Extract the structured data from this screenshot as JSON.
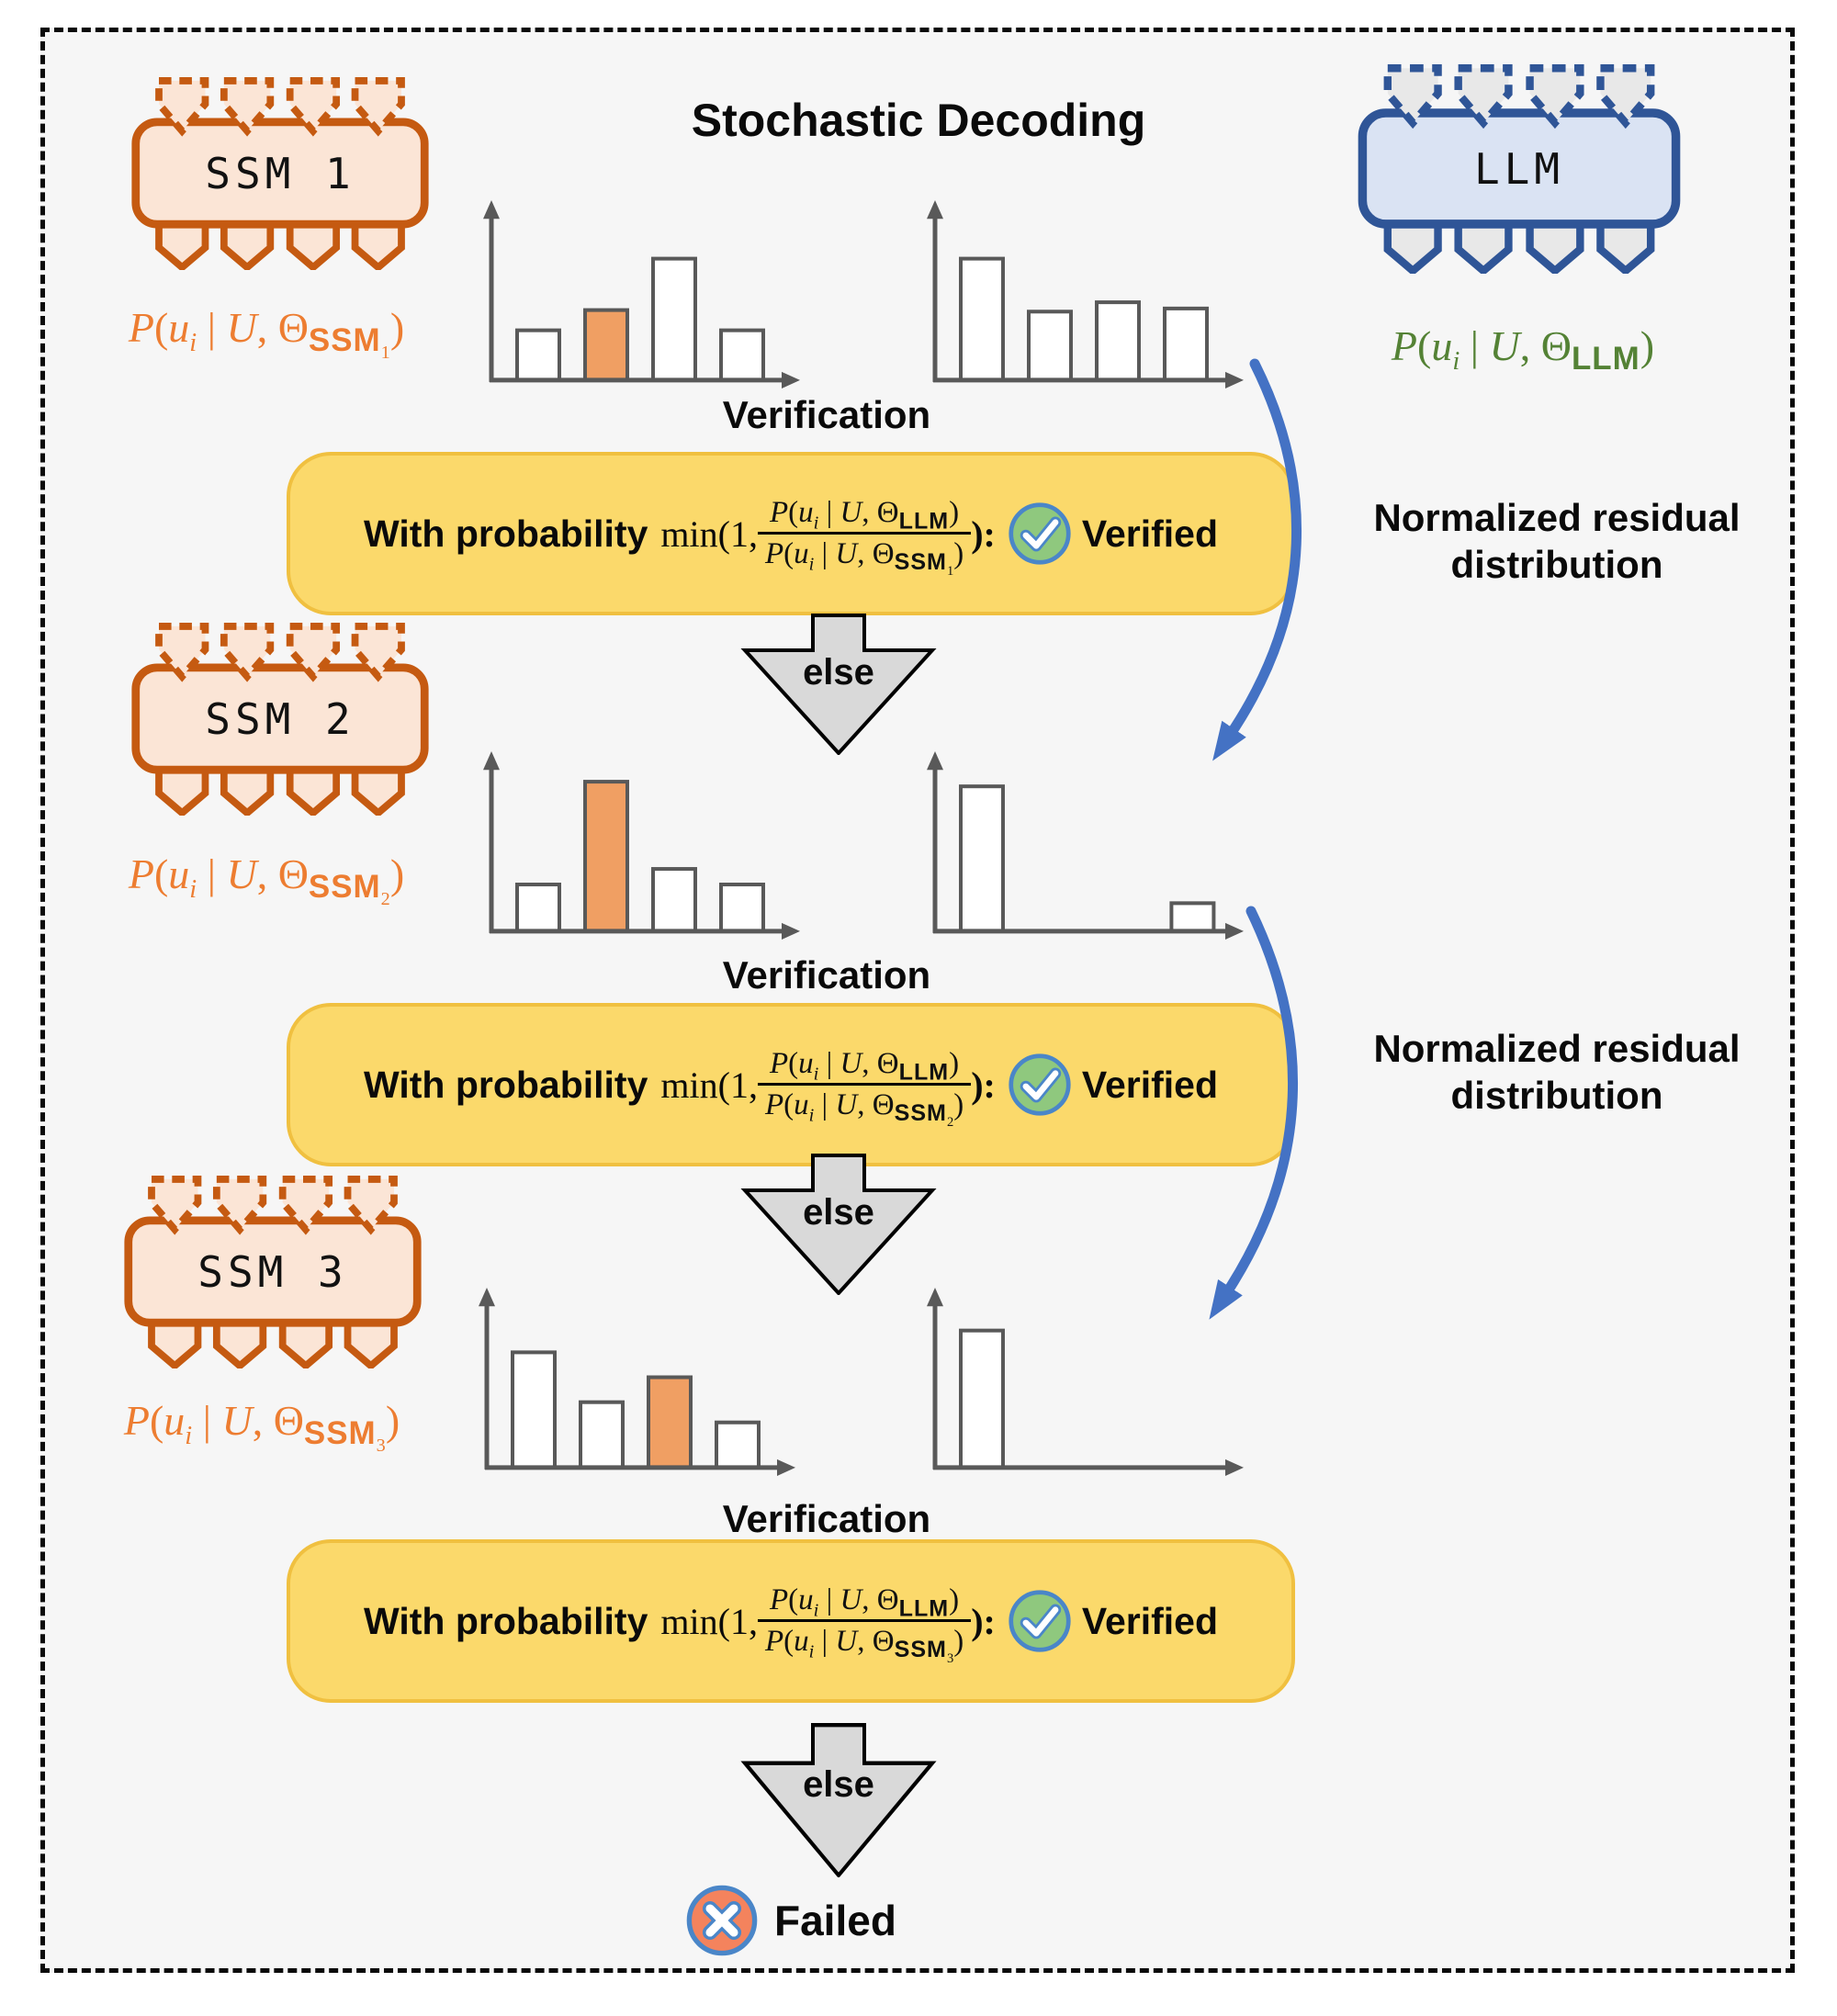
{
  "title": "Stochastic Decoding",
  "chips": {
    "ssm1": {
      "label": "SSM 1"
    },
    "ssm2": {
      "label": "SSM 2"
    },
    "ssm3": {
      "label": "SSM 3"
    },
    "llm": {
      "label": "LLM"
    }
  },
  "formula_tokens": {
    "P": "P",
    "open": "(",
    "u": "u",
    "sub_i": "i",
    "bar": "|",
    "U": "U",
    "comma": ",",
    "theta": "Θ",
    "close": ")"
  },
  "formulas": {
    "ssm1": {
      "model": "SSM",
      "index": "1"
    },
    "ssm2": {
      "model": "SSM",
      "index": "2"
    },
    "ssm3": {
      "model": "SSM",
      "index": "3"
    },
    "llm": {
      "model": "LLM",
      "index": ""
    }
  },
  "labels": {
    "verification": "Verification",
    "with_probability": "With probability",
    "min_open": "min(1,",
    "close_colon": "):",
    "verified": "Verified",
    "else_label": "else",
    "failed": "Failed",
    "normalized_residual_line1": "Normalized residual",
    "normalized_residual_line2": "distribution"
  },
  "charts": {
    "row1_ssm": {
      "type": "bar",
      "series": "P(u_i | U, Θ_SSM1)",
      "bars": [
        {
          "pos": 0,
          "v": 0.32
        },
        {
          "pos": 1,
          "v": 0.45,
          "highlight": true
        },
        {
          "pos": 2,
          "v": 0.78
        },
        {
          "pos": 3,
          "v": 0.32
        }
      ]
    },
    "row1_llm": {
      "type": "bar",
      "series": "P(u_i | U, Θ_LLM)",
      "bars": [
        {
          "pos": 0,
          "v": 0.78
        },
        {
          "pos": 1,
          "v": 0.44
        },
        {
          "pos": 2,
          "v": 0.5
        },
        {
          "pos": 3,
          "v": 0.46
        }
      ]
    },
    "row2_ssm": {
      "type": "bar",
      "series": "P(u_i | U, Θ_SSM2)",
      "bars": [
        {
          "pos": 0,
          "v": 0.3
        },
        {
          "pos": 1,
          "v": 0.96,
          "highlight": true
        },
        {
          "pos": 2,
          "v": 0.4
        },
        {
          "pos": 3,
          "v": 0.3
        }
      ]
    },
    "row2_llm": {
      "type": "bar",
      "series": "Normalized residual distribution 1",
      "bars": [
        {
          "pos": 0,
          "v": 0.93
        },
        {
          "pos": 3.1,
          "v": 0.18
        }
      ]
    },
    "row3_ssm": {
      "type": "bar",
      "series": "P(u_i | U, Θ_SSM3)",
      "bars": [
        {
          "pos": 0,
          "v": 0.74
        },
        {
          "pos": 1,
          "v": 0.42
        },
        {
          "pos": 2,
          "v": 0.58,
          "highlight": true
        },
        {
          "pos": 3,
          "v": 0.29
        }
      ]
    },
    "row3_llm": {
      "type": "bar",
      "series": "Normalized residual distribution 2",
      "bars": [
        {
          "pos": 0,
          "v": 0.88
        }
      ]
    }
  },
  "colors": {
    "background": "#F6F6F6",
    "frame_border": "#0A0A0A",
    "ssm_accent": "#C55A11",
    "ssm_fill": "#FBE5D6",
    "llm_accent": "#2F5597",
    "llm_fill": "#DAE3F3",
    "llm_pin_fill": "#E8E8E8",
    "formula_orange": "#ED7D31",
    "formula_green": "#548235",
    "axis": "#595959",
    "bar_fill": "#FFFFFF",
    "bar_stroke": "#595959",
    "bar_highlight": "#F09F63",
    "box_fill": "#FBD96B",
    "box_border": "#F0C040",
    "arrow_blue": "#4472C4",
    "icon_ring": "#4A86C8",
    "verified_green": "#8FC87E",
    "failed_orange": "#F4835D",
    "else_fill": "#D9D9D9"
  }
}
